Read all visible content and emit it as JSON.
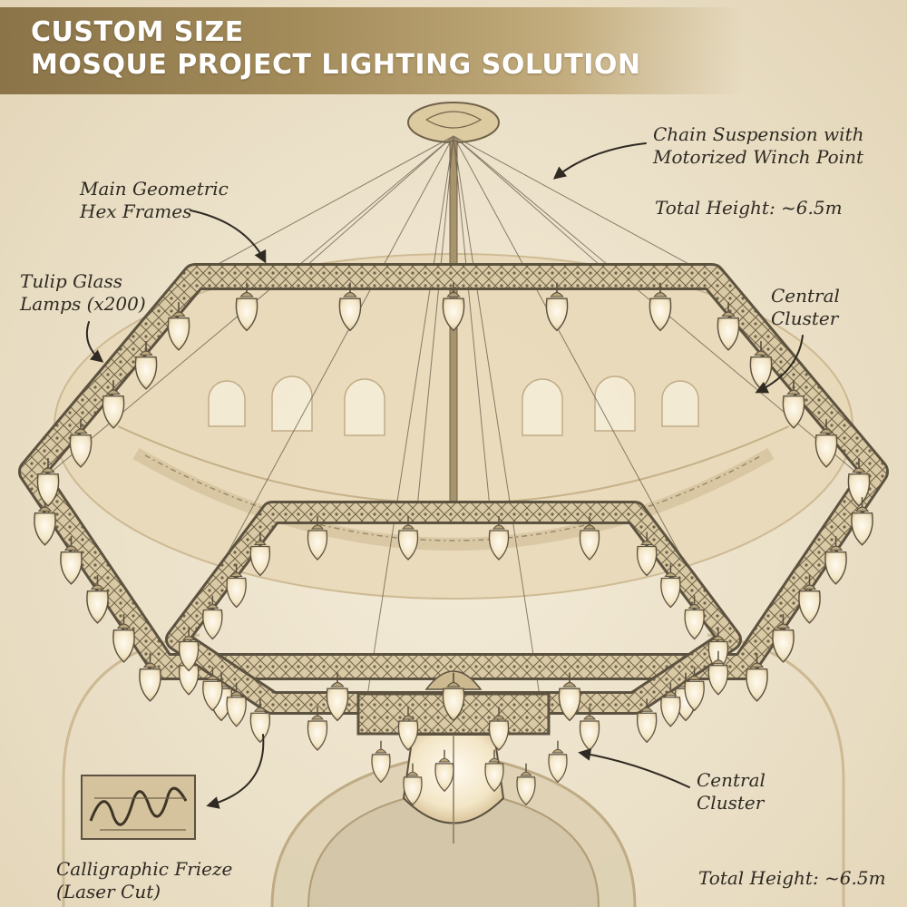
{
  "banner": {
    "line1": "CUSTOM SIZE",
    "line2": "MOSQUE PROJECT LIGHTING SOLUTION"
  },
  "labels": {
    "chain_line1": "Chain Suspension with",
    "chain_line2": "Motorized Winch Point",
    "height_top": "Total Height: ~6.5m",
    "frames_line1": "Main Geometric",
    "frames_line2": "Hex Frames",
    "tulip_line1": "Tulip Glass",
    "tulip_line2": "Lamps (x200)",
    "cluster_top_line1": "Central",
    "cluster_top_line2": "Cluster",
    "cluster_bottom_line1": "Central",
    "cluster_bottom_line2": "Cluster",
    "frieze_line1": "Calligraphic Frieze",
    "frieze_line2": "(Laser Cut)",
    "height_bottom": "Total Height: ~6.5m"
  },
  "colors": {
    "paper": "#efe6d2",
    "ink": "#2f2a22",
    "banner_gold": "#a38b5a",
    "brass": "#8a7a5c",
    "glass_glow": "#fbf3dc"
  }
}
